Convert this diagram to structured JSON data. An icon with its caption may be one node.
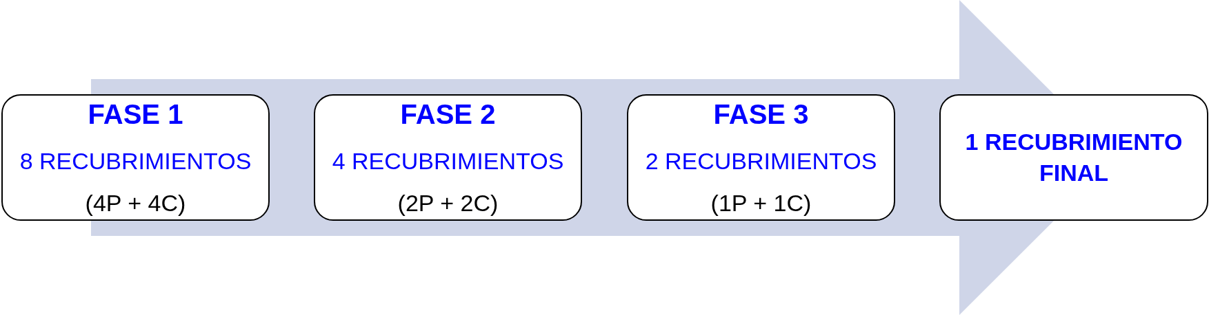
{
  "diagram": {
    "nodes": [
      {
        "text": [
          "FASE 1",
          "8 RECUBRIMIENTOS",
          "(4P + 4C)"
        ]
      },
      {
        "text": [
          "FASE 2",
          "4 RECUBRIMIENTOS",
          "(2P + 2C)"
        ]
      },
      {
        "text": [
          "FASE 3",
          "2 RECUBRIMIENTOS",
          "(1P + 1C)"
        ]
      },
      {
        "text": [
          "1 RECUBRIMIENTO FINAL"
        ]
      }
    ]
  }
}
